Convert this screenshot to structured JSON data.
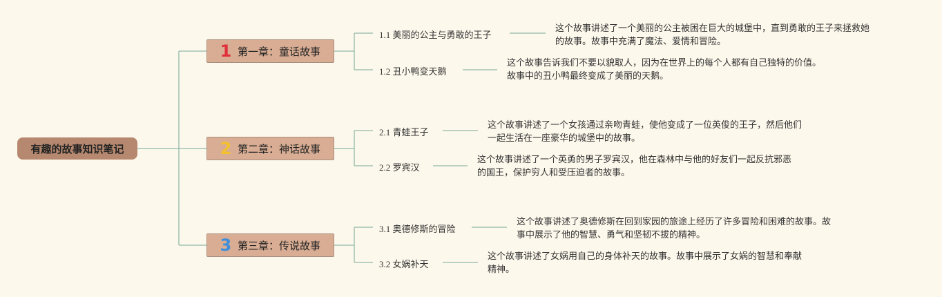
{
  "root": {
    "label": "有趣的故事知识笔记"
  },
  "colors": {
    "badge1": "#e0303a",
    "badge2": "#f3c12d",
    "badge3": "#3f8ed9",
    "line": "#8fb9a8"
  },
  "chapters": [
    {
      "num": "1",
      "label": "第一章：童话故事",
      "items": [
        {
          "num": "1.1",
          "title": "美丽的公主与勇敢的王子",
          "desc1": "这个故事讲述了一个美丽的公主被困在巨大的城堡中，直到勇敢的王子来拯救她",
          "desc2": "的故事。故事中充满了魔法、爱情和冒险。"
        },
        {
          "num": "1.2",
          "title": "丑小鸭变天鹅",
          "desc1": "这个故事告诉我们不要以貌取人，因为在世界上的每个人都有自己独特的价值。",
          "desc2": "故事中的丑小鸭最终变成了美丽的天鹅。"
        }
      ]
    },
    {
      "num": "2",
      "label": "第二章：神话故事",
      "items": [
        {
          "num": "2.1",
          "title": "青蛙王子",
          "desc1": "这个故事讲述了一个女孩通过亲吻青蛙，使他变成了一位英俊的王子，然后他们",
          "desc2": "一起生活在一座豪华的城堡中的故事。"
        },
        {
          "num": "2.2",
          "title": "罗宾汉",
          "desc1": "这个故事讲述了一个英勇的男子罗宾汉，他在森林中与他的好友们一起反抗邪恶",
          "desc2": "的国王，保护穷人和受压迫者的故事。"
        }
      ]
    },
    {
      "num": "3",
      "label": "第三章：传说故事",
      "items": [
        {
          "num": "3.1",
          "title": "奥德修斯的冒险",
          "desc1": "这个故事讲述了奥德修斯在回到家园的旅途上经历了许多冒险和困难的故事。故",
          "desc2": "事中展示了他的智慧、勇气和坚韧不拔的精神。"
        },
        {
          "num": "3.2",
          "title": "女娲补天",
          "desc1": "这个故事讲述了女娲用自己的身体补天的故事。故事中展示了女娲的智慧和奉献",
          "desc2": "精神。"
        }
      ]
    }
  ]
}
